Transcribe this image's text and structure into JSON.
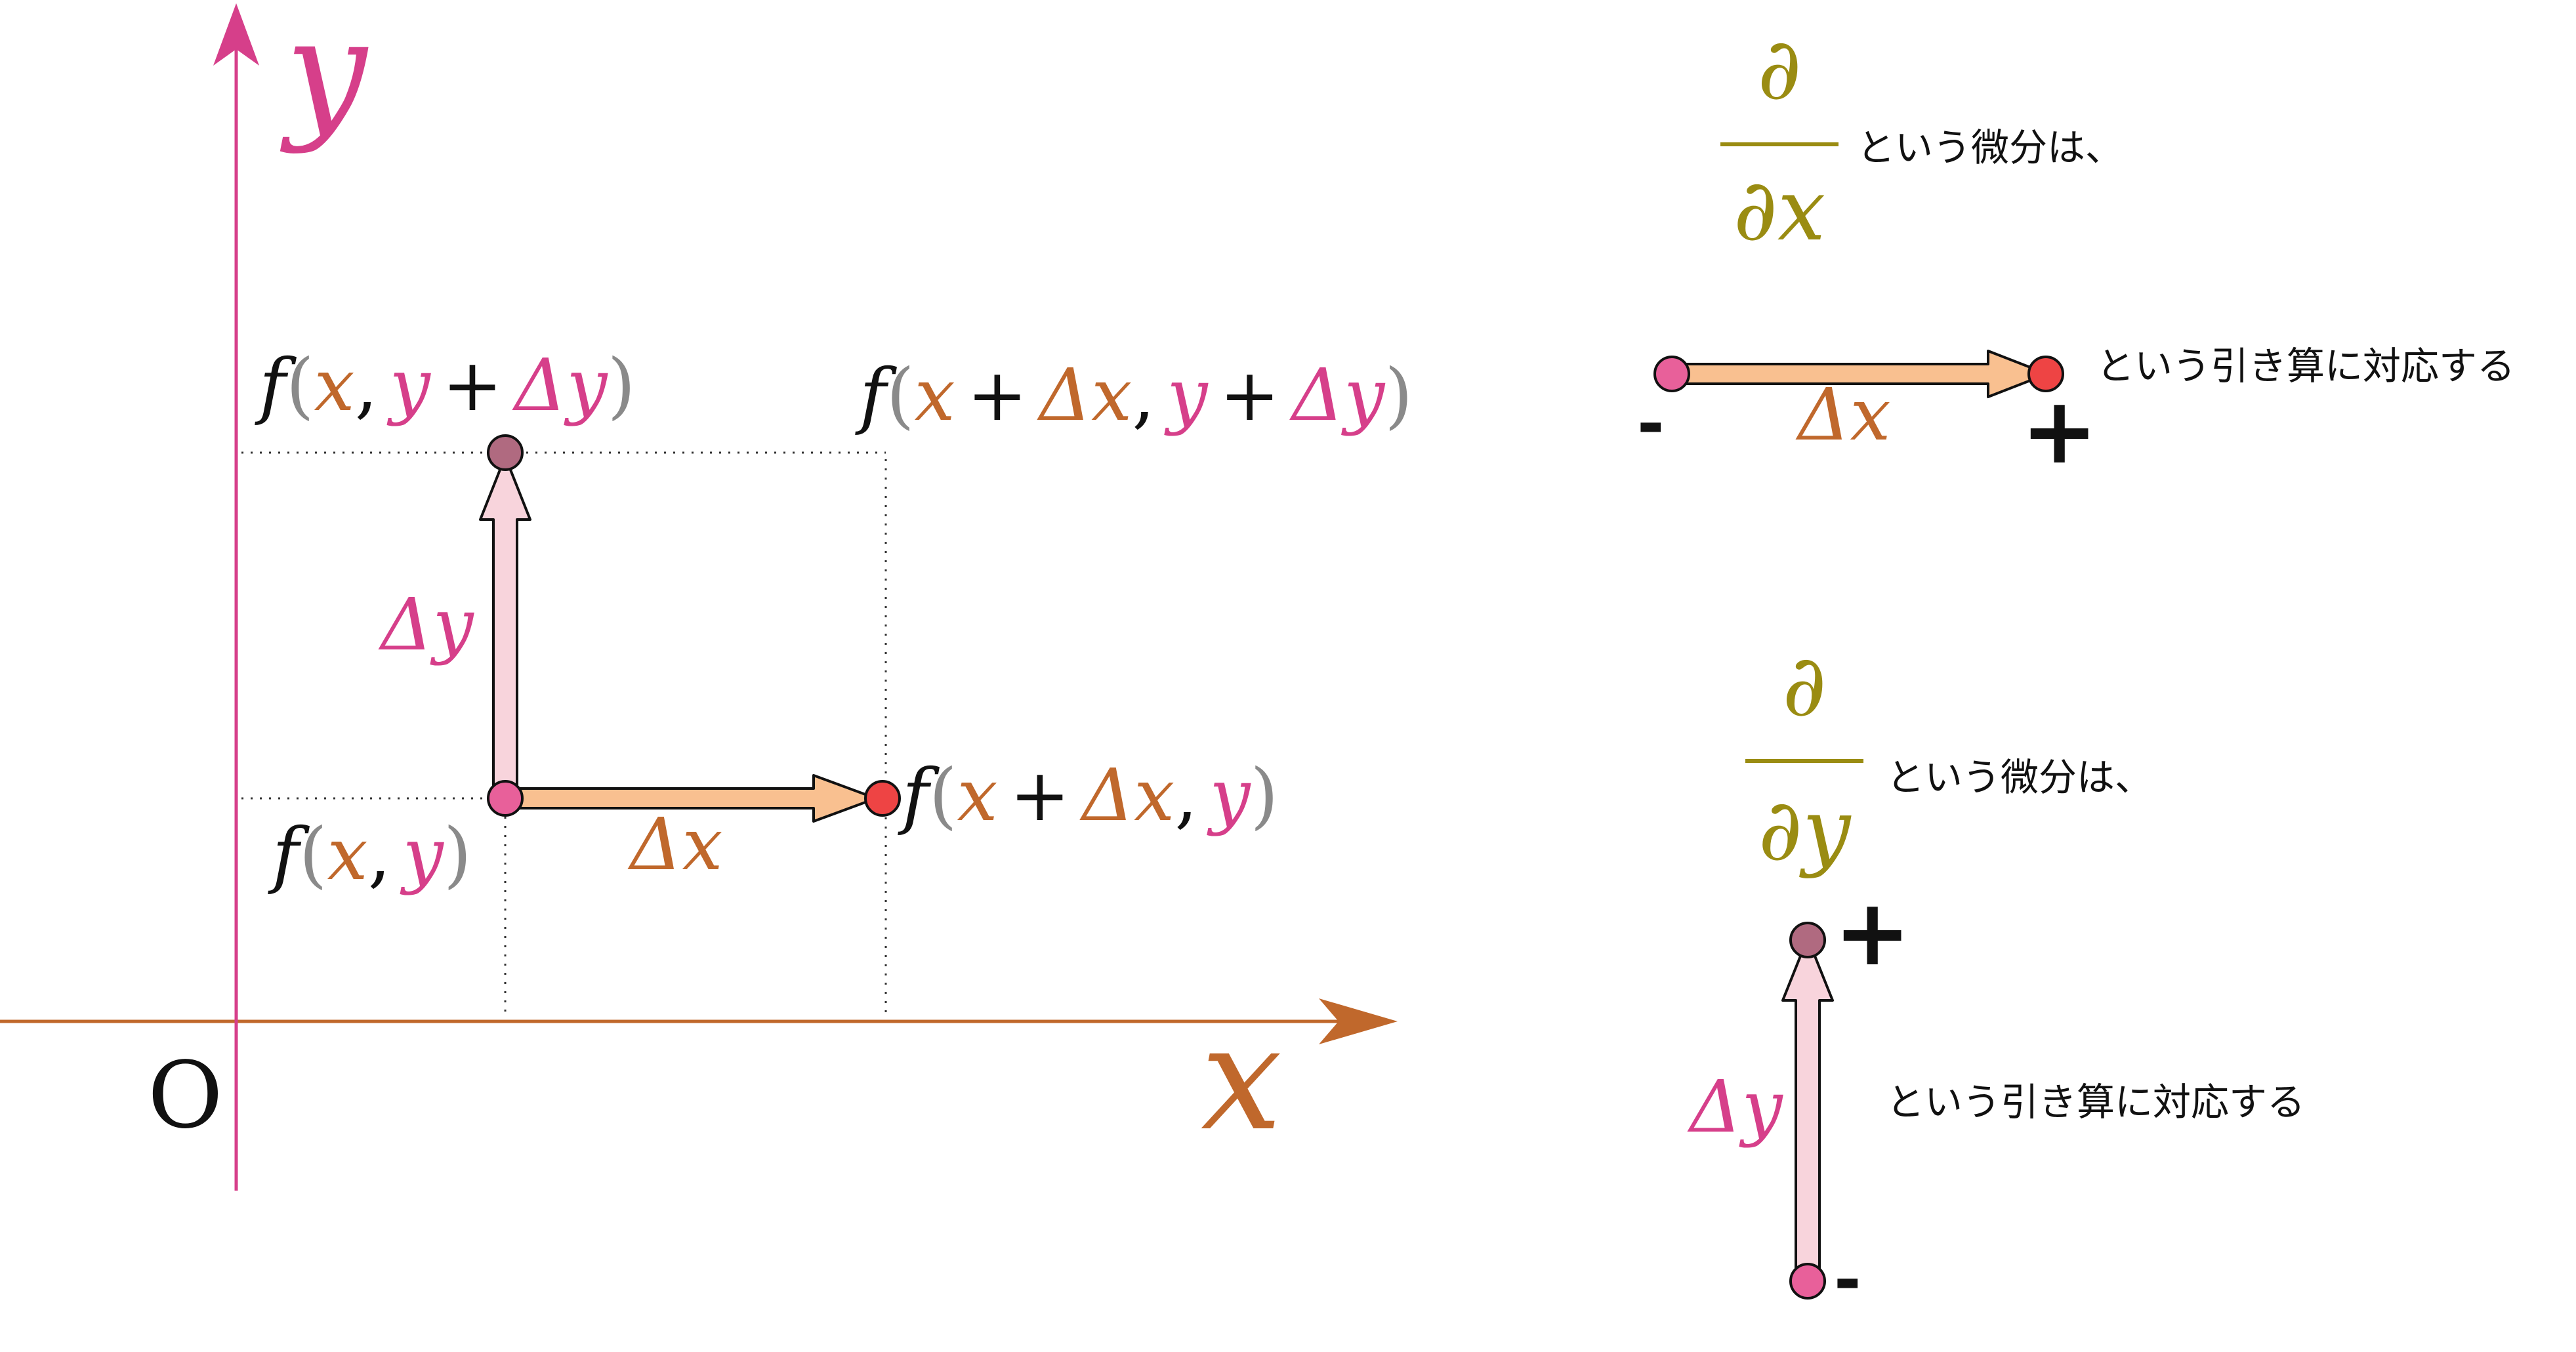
{
  "colors": {
    "x": "#c0682c",
    "y": "#d63f8a",
    "gray": "#8a8a8a",
    "black": "#111111",
    "olive": "#9a8c12",
    "arrow_x_fill": "#f9c090",
    "arrow_y_fill": "#f8d4dc",
    "point_base": "#e8609a",
    "point_x": "#ee4444",
    "point_y": "#b06a80"
  },
  "axes": {
    "x_label": "x",
    "y_label": "y",
    "origin_label": "O"
  },
  "points": {
    "base": {
      "f": "f",
      "open": "(",
      "a": "x",
      "comma": ",",
      "b": "y",
      "close": ")"
    },
    "xshift": {
      "f": "f",
      "open": "(",
      "a1": "x",
      "plus": "+",
      "a2": "Δx",
      "comma": ",",
      "b": "y",
      "close": ")"
    },
    "yshift": {
      "f": "f",
      "open": "(",
      "a": "x",
      "comma": ",",
      "b1": "y",
      "plus": "+",
      "b2": "Δy",
      "close": ")"
    },
    "diag": {
      "f": "f",
      "open": "(",
      "a1": "x",
      "plus1": "+",
      "a2": "Δx",
      "comma": ",",
      "b1": "y",
      "plus2": "+",
      "b2": "Δy",
      "close": ")"
    }
  },
  "deltas": {
    "dx": "Δx",
    "dy": "Δy"
  },
  "right_panel": {
    "dx_frac_num": "∂",
    "dx_frac_den": "∂x",
    "dx_text": "という微分は、",
    "dx_minus": "-",
    "dx_plus": "+",
    "dx_label": "Δx",
    "dx_text2": "という引き算に対応する",
    "dy_frac_num": "∂",
    "dy_frac_den": "∂y",
    "dy_text": "という微分は、",
    "dy_plus": "+",
    "dy_minus": "-",
    "dy_label": "Δy",
    "dy_text2": "という引き算に対応する"
  }
}
